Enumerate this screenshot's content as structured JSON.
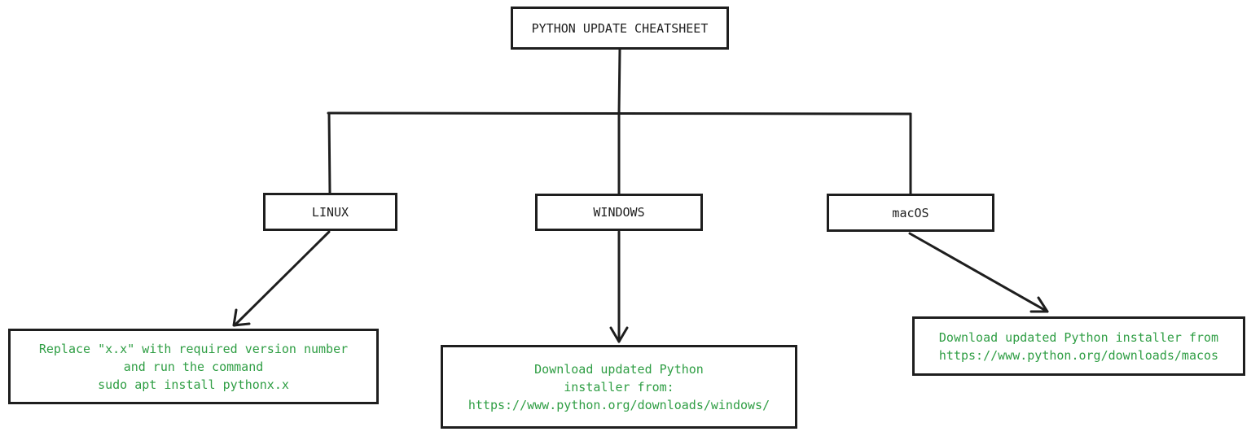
{
  "title": "PYTHON UPDATE CHEATSHEET",
  "platforms": [
    {
      "name": "LINUX",
      "instructions": "Replace \"x.x\" with required version number\nand run the command\nsudo apt install pythonx.x"
    },
    {
      "name": "WINDOWS",
      "instructions": "Download updated Python\ninstaller from:\nhttps://www.python.org/downloads/windows/"
    },
    {
      "name": "macOS",
      "instructions": "Download updated Python installer from\nhttps://www.python.org/downloads/macos"
    }
  ],
  "colors": {
    "stroke": "#1e1e1e",
    "note_text": "#2f9e44",
    "background": "#ffffff"
  }
}
